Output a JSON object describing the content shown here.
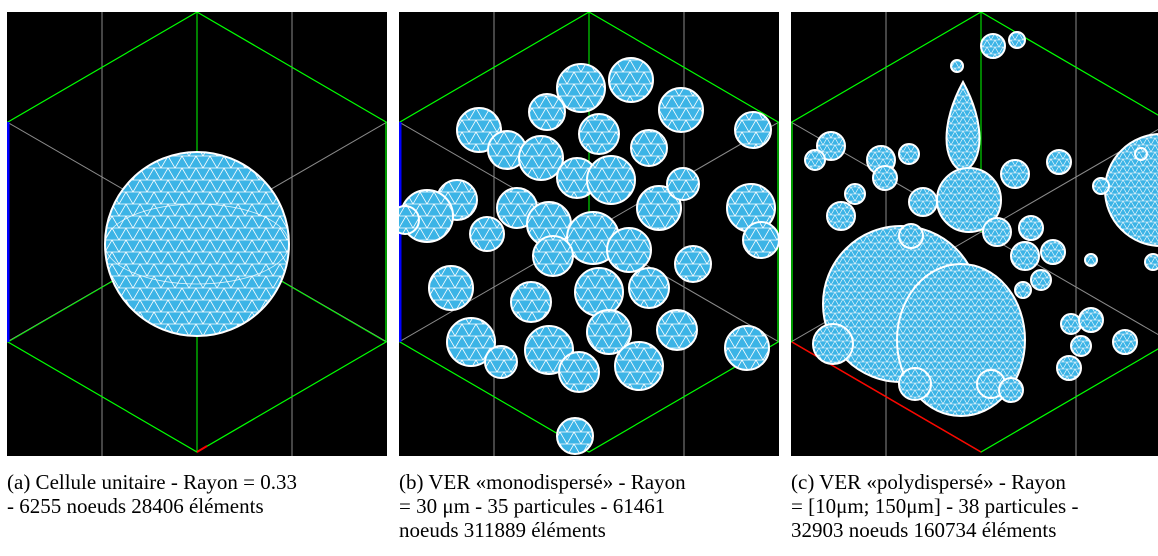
{
  "figure": {
    "colors": {
      "background": "#000000",
      "particle_fill": "#3cb4e6",
      "mesh": "#ffffff",
      "box_green": "#00ff00",
      "box_gray": "#8a8a8a",
      "axis_red": "#ff0000",
      "axis_blue": "#0000ff"
    },
    "panels": [
      {
        "id": "a",
        "caption_line1": "(a) Cellule unitaire - Rayon = 0.33",
        "caption_line2": "- 6255 noeuds 28406 éléments",
        "caption_line3": ""
      },
      {
        "id": "b",
        "caption_line1": "(b) VER «monodispersé» - Rayon",
        "caption_line2": "= 30 μm - 35 particules - 61461",
        "caption_line3": "noeuds 311889 éléments"
      },
      {
        "id": "c",
        "caption_line1": "(c) VER «polydispersé» - Rayon",
        "caption_line2": "= [10μm; 150μm] - 38 particules -",
        "caption_line3": "32903 noeuds 160734 éléments"
      }
    ]
  }
}
